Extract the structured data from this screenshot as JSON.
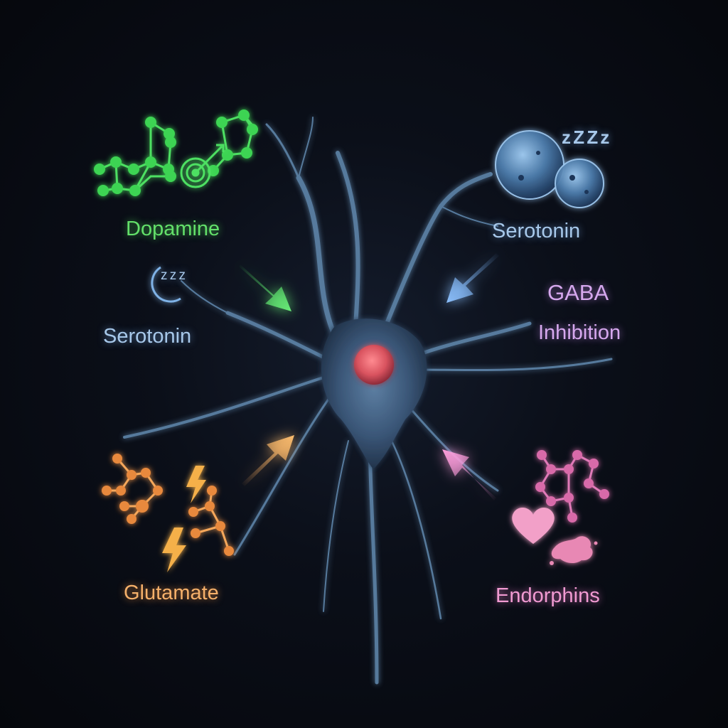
{
  "labels": {
    "dopamine": "Dopamine",
    "serotonin_left": "Serotonin",
    "serotonin_right": "Serotonin",
    "gaba": "GABA",
    "inhibition": "Inhibition",
    "glutamate": "Glutamate",
    "endorphins": "Endorphins",
    "sleep_small": "z z z",
    "sleep_large": "z Z Z z"
  },
  "colors": {
    "dopamine": "#4ee062",
    "serotonin": "#7fb2e6",
    "gaba": "#d6a8ee",
    "glutamate": "#f5a75a",
    "endorphins": "#ef8fcf",
    "neuron": "#5f86ab",
    "nucleus": "#e0606a"
  },
  "icons": {
    "dopamine": [
      "molecule-cluster-icon",
      "target-icon"
    ],
    "serotonin_left": [
      "moon-icon"
    ],
    "serotonin_right": [
      "cell-bubble-icon",
      "sleep-z-icon"
    ],
    "glutamate": [
      "molecule-icon",
      "lightning-icon"
    ],
    "endorphins": [
      "molecule-icon",
      "heart-icon",
      "splash-icon"
    ]
  }
}
